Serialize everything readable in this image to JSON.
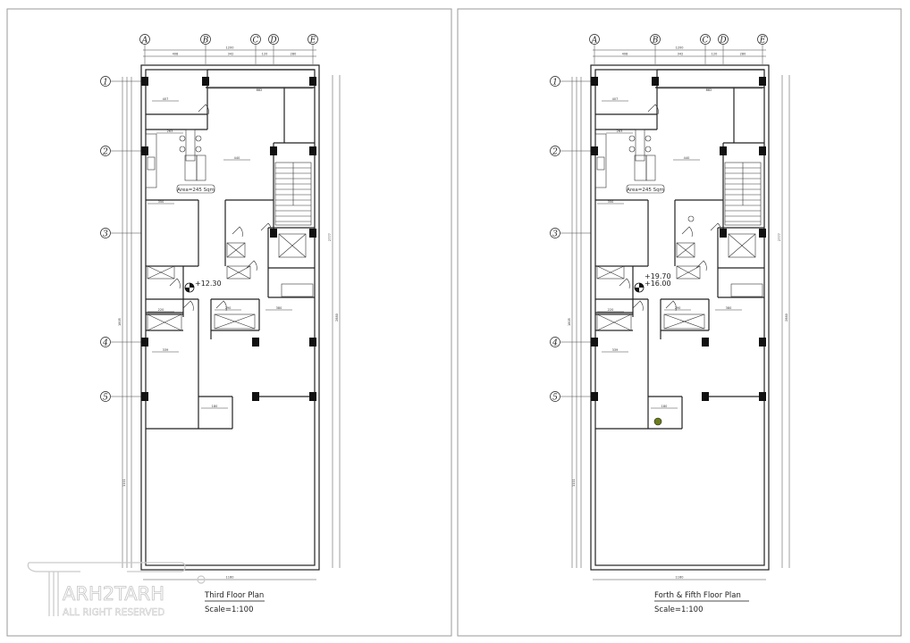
{
  "sheets": [
    {
      "title": "Third Floor Plan",
      "scale": "Scale=1:100",
      "area_label": "Area=245 Sqm",
      "levels": [
        "+12.30"
      ]
    },
    {
      "title": "Forth & Fifth Floor Plan",
      "scale": "Scale=1:100",
      "area_label": "Area=245 Sqm",
      "levels": [
        "+19.70",
        "+16.00"
      ]
    }
  ],
  "grid_columns": [
    "A",
    "B",
    "C",
    "D",
    "E"
  ],
  "grid_rows": [
    "1",
    "2",
    "3",
    "4",
    "5"
  ],
  "dimensions": {
    "overall_width": "1200",
    "column_spacings": [
      "408",
      "342",
      "120",
      "280"
    ],
    "bottom_width": "1160",
    "right_total_1": "2777",
    "right_total_2": "2880",
    "left_total": "1805",
    "left_lower": "1111",
    "top_room": "882",
    "interior": [
      "407",
      "263",
      "440",
      "350",
      "220",
      "290",
      "380",
      "339",
      "180"
    ]
  },
  "watermark": {
    "brand": "ARH2TARH",
    "tagline": "ALL RIGHT RESERVED"
  }
}
